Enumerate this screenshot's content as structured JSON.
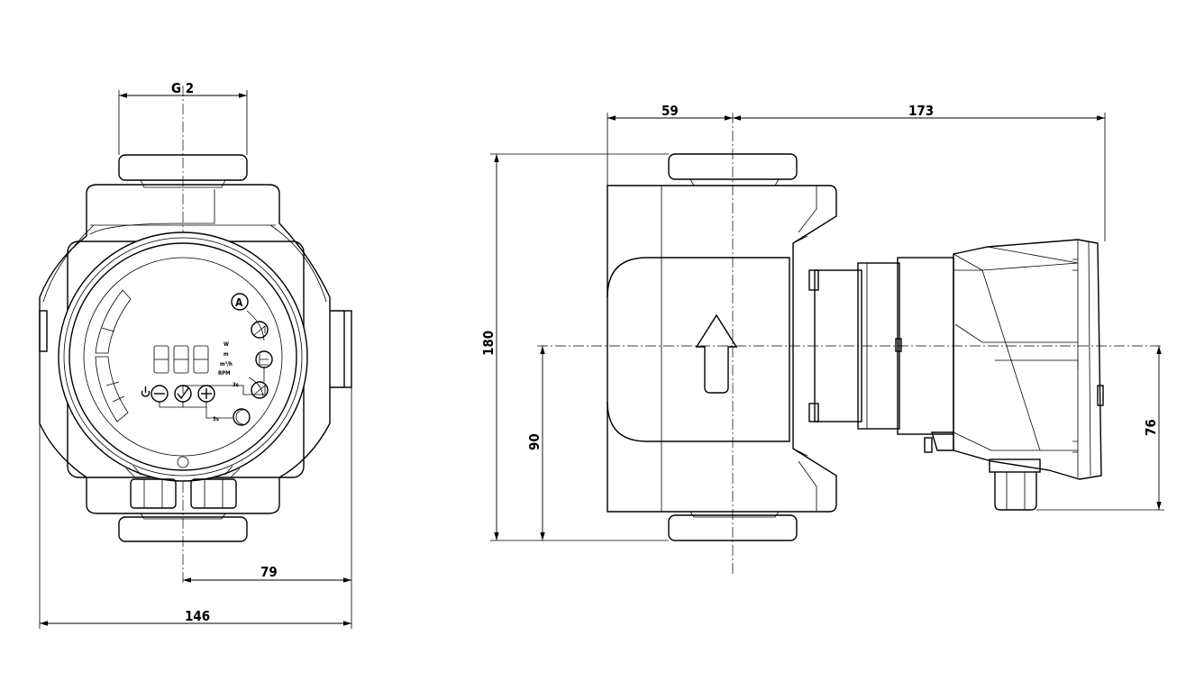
{
  "dimensions": {
    "thread": "G 2",
    "width_total": "146",
    "half_width": "79",
    "head_offset": "59",
    "motor_length": "173",
    "height_total": "180",
    "center_height": "90",
    "motor_half_height": "76"
  },
  "display": {
    "digits": "888",
    "unit_w": "W",
    "unit_m": "m",
    "unit_flow": "m³/h",
    "unit_rpm": "RPM",
    "mode_auto": "A",
    "timer_3s_a": "3s",
    "timer_3s_b": "3s"
  },
  "icons": {
    "power": "power-icon",
    "minus": "minus-button-icon",
    "check": "check-button-icon",
    "plus": "plus-button-icon",
    "night": "night-mode-icon",
    "flow_direction": "flow-arrow-icon"
  }
}
